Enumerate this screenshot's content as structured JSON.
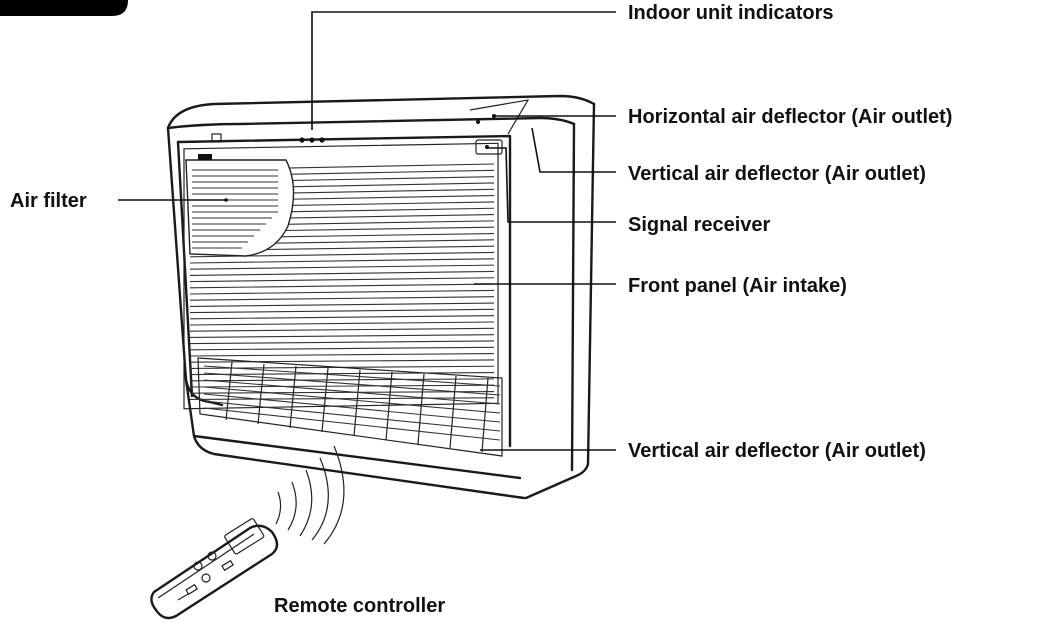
{
  "labels": {
    "indoor_indicators": "Indoor unit indicators",
    "horizontal_deflector": "Horizontal air deflector (Air outlet)",
    "vertical_deflector_top": "Vertical air deflector (Air outlet)",
    "signal_receiver": "Signal receiver",
    "front_panel": "Front panel (Air intake)",
    "vertical_deflector_bottom": "Vertical air deflector (Air outlet)",
    "air_filter": "Air filter",
    "remote_controller": "Remote controller"
  },
  "colors": {
    "line": "#111111",
    "background": "#ffffff",
    "corner_tab": "#000000"
  }
}
